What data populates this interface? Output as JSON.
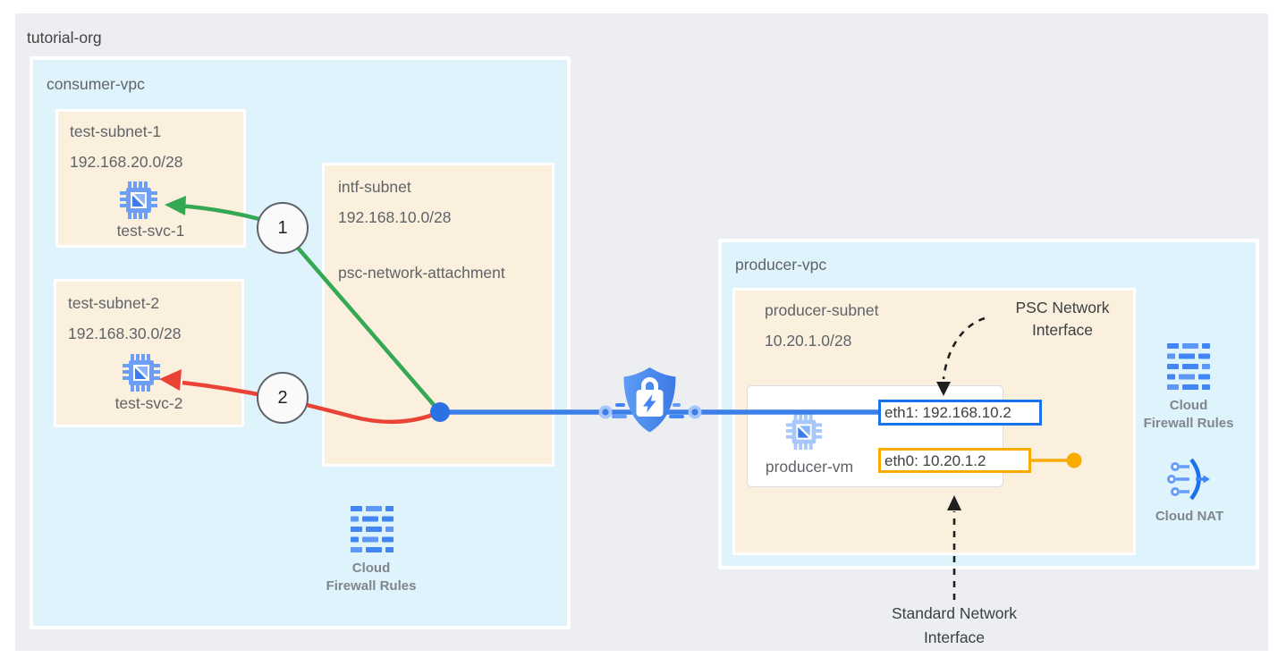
{
  "org": {
    "label": "tutorial-org"
  },
  "consumer_vpc": {
    "label": "consumer-vpc",
    "test_subnet_1": {
      "name": "test-subnet-1",
      "cidr": "192.168.20.0/28",
      "vm_label": "test-svc-1"
    },
    "test_subnet_2": {
      "name": "test-subnet-2",
      "cidr": "192.168.30.0/28",
      "vm_label": "test-svc-2"
    },
    "intf_subnet": {
      "name": "intf-subnet",
      "cidr": "192.168.10.0/28",
      "attachment_label": "psc-network-attachment"
    },
    "firewall": {
      "line1": "Cloud",
      "line2": "Firewall Rules"
    }
  },
  "producer_vpc": {
    "label": "producer-vpc",
    "producer_subnet": {
      "name": "producer-subnet",
      "cidr": "10.20.1.0/28"
    },
    "producer_vm": {
      "label": "producer-vm",
      "eth1": "eth1: 192.168.10.2",
      "eth0": "eth0: 10.20.1.2"
    },
    "firewall": {
      "line1": "Cloud",
      "line2": "Firewall Rules"
    },
    "nat": {
      "label": "Cloud NAT"
    }
  },
  "annotations": {
    "psc_nic": {
      "line1": "PSC Network",
      "line2": "Interface"
    },
    "standard_nic": {
      "line1": "Standard Network",
      "line2": "Interface"
    },
    "step_1": "1",
    "step_2": "2"
  },
  "icons": {
    "vm": "compute-engine-vm-icon",
    "firewall": "cloud-firewall-rules-icon",
    "nat": "cloud-nat-icon",
    "shield": "psc-security-shield-lock-icon"
  },
  "colors": {
    "org_bg": "#ECEEF1",
    "vpc_bg": "#DFF3FC",
    "subnet_bg": "#FBF0DE",
    "connection_blue": "#3C7FE8",
    "arrow_green": "#34A853",
    "arrow_red": "#EA4335",
    "interface_yellow": "#F9AB00",
    "icon_blue": "#4285F4",
    "icon_blue_light": "#669DF6",
    "label_gray": "#5F6368",
    "caption_gray": "#80868B"
  }
}
